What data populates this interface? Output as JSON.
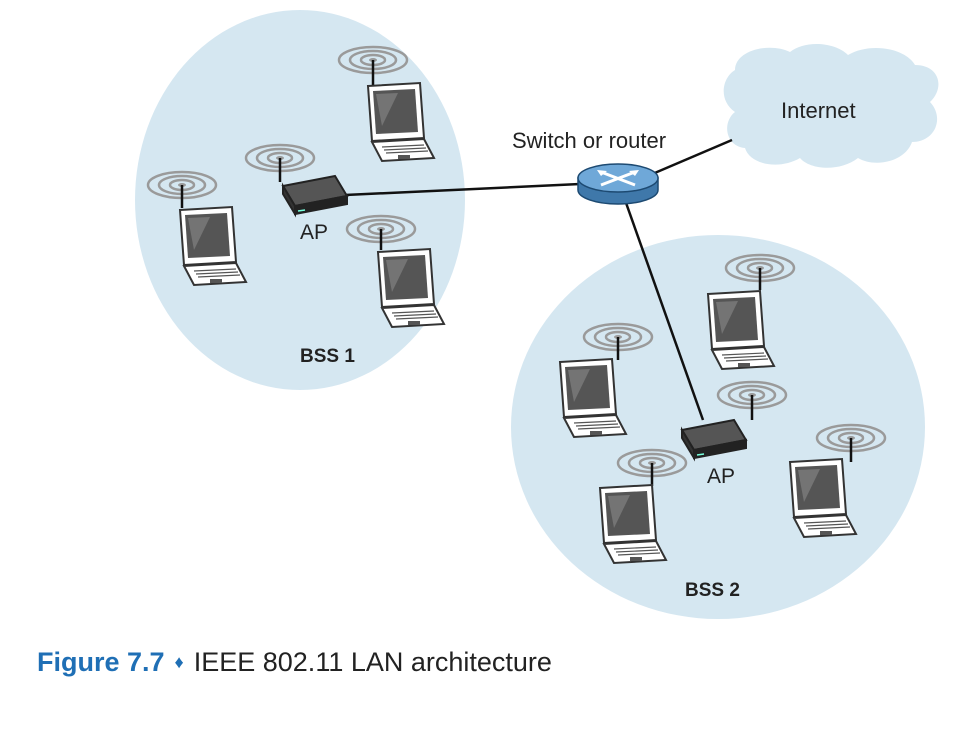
{
  "labels": {
    "internet": "Internet",
    "switch": "Switch or router",
    "ap1": "AP",
    "ap2": "AP",
    "bss1": "BSS 1",
    "bss2": "BSS 2"
  },
  "caption": {
    "figure": "Figure 7.7",
    "separator": "♦",
    "text": "IEEE 802.11 LAN architecture"
  },
  "colors": {
    "bss_fill": "#d5e7f1",
    "cloud_fill": "#d5e7f1",
    "router_fill": "#6fa8d8",
    "caption_accent": "#1f6fb5"
  },
  "icons": [
    "laptop-icon",
    "wireless-signal-icon",
    "access-point-icon",
    "router-icon",
    "cloud-icon"
  ]
}
